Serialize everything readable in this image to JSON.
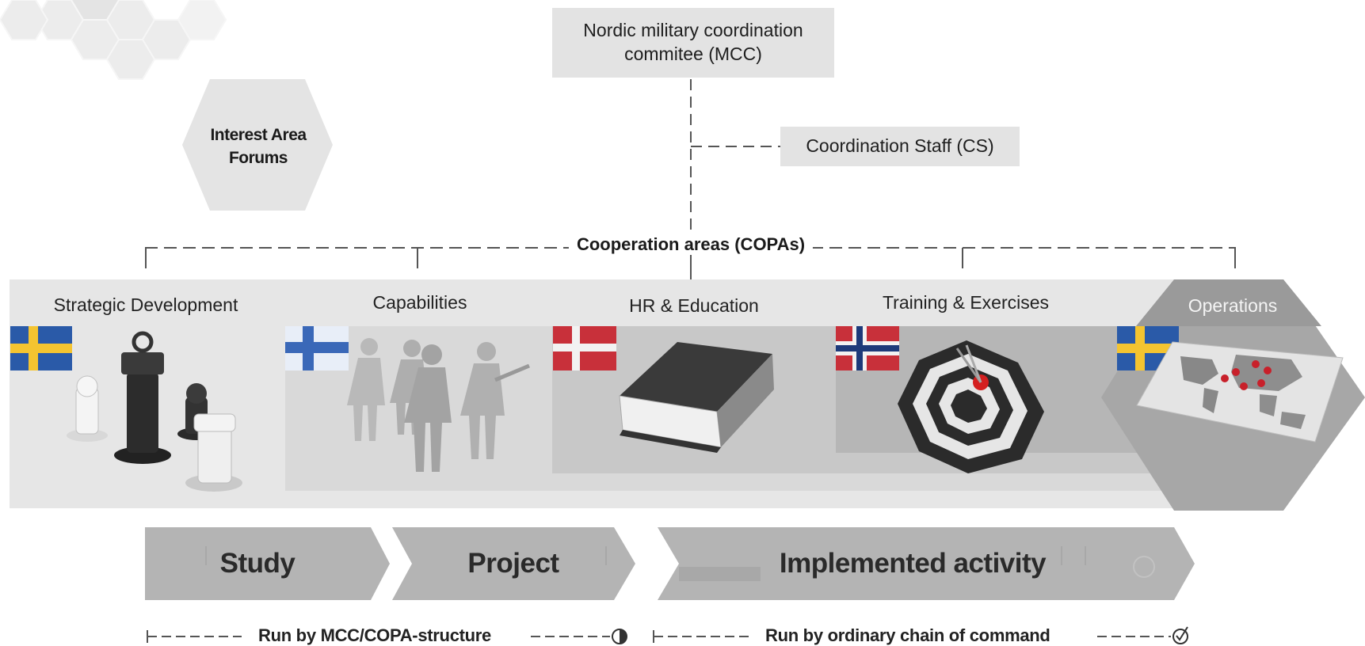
{
  "top": {
    "mcc_label": "Nordic military coordination commitee (MCC)",
    "cs_label": "Coordination Staff (CS)",
    "forum_label": "Interest Area Forums"
  },
  "copas": {
    "title": "Cooperation areas (COPAs)",
    "areas": [
      {
        "label": "Strategic Development",
        "flag": "Sweden",
        "icon": "chess-pieces-icon"
      },
      {
        "label": "Capabilities",
        "flag": "Finland",
        "icon": "soldiers-icon"
      },
      {
        "label": "HR & Education",
        "flag": "Denmark",
        "icon": "book-icon"
      },
      {
        "label": "Training & Exercises",
        "flag": "Norway",
        "icon": "target-icon"
      },
      {
        "label": "Operations",
        "flag": "Sweden",
        "icon": "world-map-icon"
      }
    ]
  },
  "phases": {
    "study": "Study",
    "project": "Project",
    "implemented": "Implemented activity"
  },
  "runs": {
    "mcc": "Run by MCC/COPA-structure",
    "command": "Run by ordinary chain of command"
  },
  "colors": {
    "sweden_blue": "#2a5aa8",
    "sweden_yellow": "#f4c430",
    "finland_blue": "#3a68b8",
    "denmark_red": "#c8303a",
    "norway_red": "#c8303a",
    "norway_blue": "#1d3a7a",
    "target_red": "#d42020"
  }
}
